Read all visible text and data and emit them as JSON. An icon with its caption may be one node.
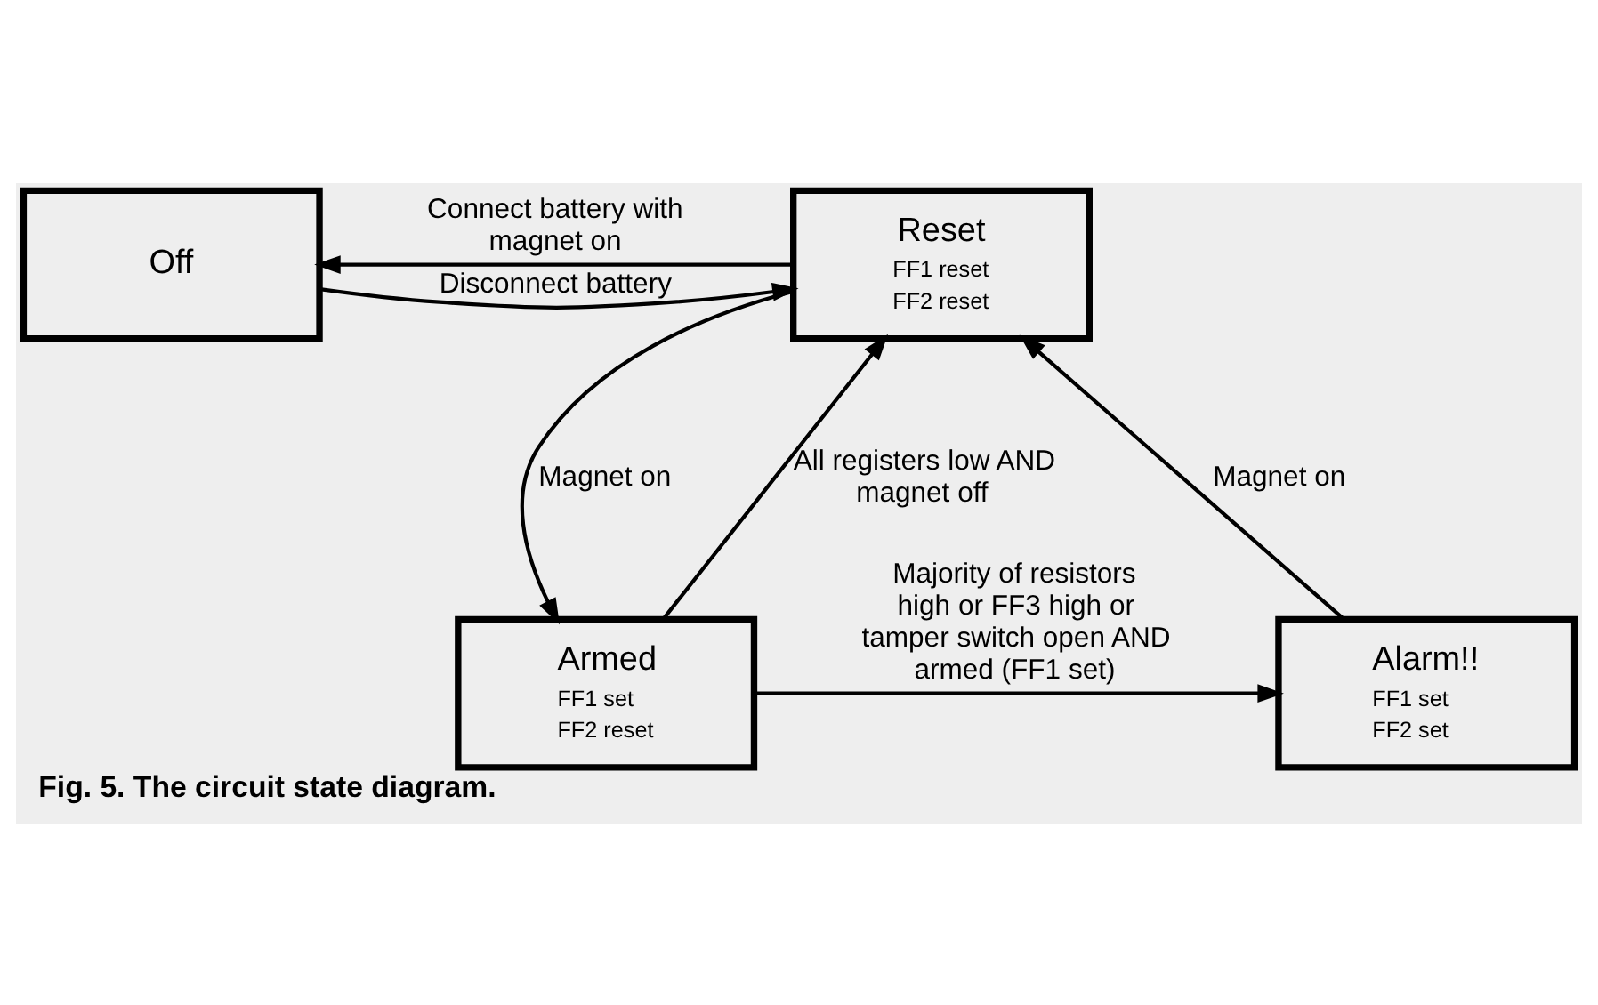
{
  "diagram": {
    "caption": "Fig. 5. The circuit state diagram.",
    "nodes": [
      {
        "text": [
          "Off"
        ]
      },
      {
        "text": [
          "Reset",
          "FF1 reset",
          "FF2 reset"
        ]
      },
      {
        "text": [
          "Alarm!!",
          "FF1 set",
          "FF2 set"
        ]
      },
      {
        "text": [
          "Armed",
          "FF1 set",
          "FF2 reset"
        ]
      }
    ],
    "edges": [
      {
        "from": 0,
        "to": 1,
        "arrow": "to",
        "label": "Disconnect battery"
      },
      {
        "from": 1,
        "to": 0,
        "arrow": "to",
        "label": "Connect battery with magnet on"
      },
      {
        "from": 1,
        "to": 3,
        "arrow": "to",
        "label": "Magnet on"
      },
      {
        "from": 3,
        "to": 1,
        "arrow": "to",
        "label": "All registers low AND magnet off"
      },
      {
        "from": 3,
        "to": 2,
        "arrow": "to",
        "label": "Majority of resistors high or FF3 high or tamper switch open AND armed (FF1 set)"
      },
      {
        "from": 2,
        "to": 1,
        "arrow": "to",
        "label": "Magnet on"
      }
    ]
  }
}
